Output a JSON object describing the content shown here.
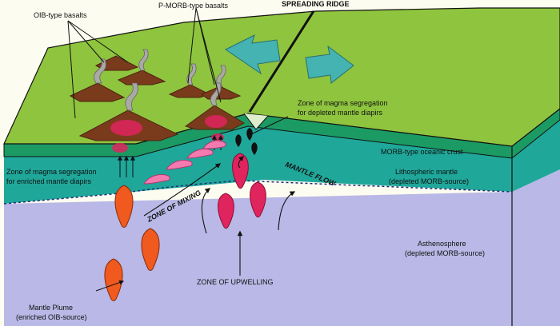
{
  "labels": {
    "oib_basalts": "OIB-type basalts",
    "pmorb_basalts": "P-MORB-type basalts",
    "spreading_ridge": "SPREADING RIDGE",
    "zone_depleted_1": "Zone of magma segregation",
    "zone_depleted_2": "for depleted mantle diapirs",
    "morb_crust": "MORB-type oceanic crust",
    "zone_enriched_1": "Zone of magma segregation",
    "zone_enriched_2": "for enriched mantle diapirs",
    "mantle_flow": "MANTLE FLOW",
    "litho_1": "Lithospheric mantle",
    "litho_2": "(depleted MORB-source)",
    "zone_mixing": "ZONE OF MIXING",
    "astheno_1": "Asthenosphere",
    "astheno_2": "(depleted MORB-source)",
    "zone_upwelling": "ZONE OF UPWELLING",
    "plume_1": "Mantle Plume",
    "plume_2": "(enriched OIB-source)"
  },
  "colors": {
    "crust_top": "#8fc43f",
    "crust_band": "#1b9a63",
    "lithosphere": "#1fa79a",
    "asthenosphere": "#b9b8e6",
    "plume_diapir": "#f05a1e",
    "depleted_diapir": "#e0245e",
    "mixing_diapir": "#f57ab0",
    "volcano": "#7a3b1c",
    "arrow_teal": "#44b3b1"
  }
}
